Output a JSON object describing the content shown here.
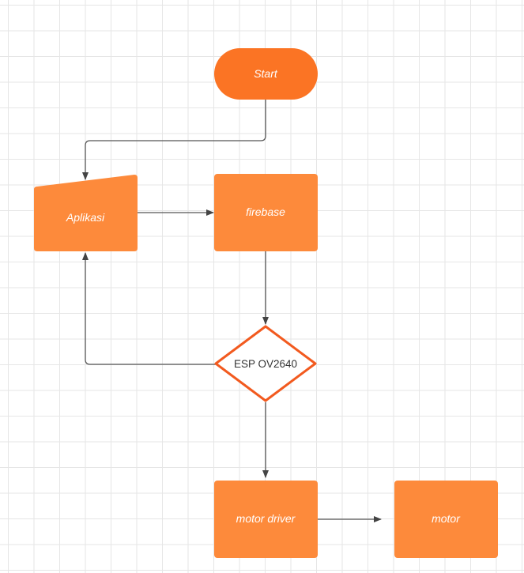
{
  "colors": {
    "orange_fill": "#fd8a3b",
    "terminator_fill": "#fb7424",
    "decision_stroke": "#f25a1f",
    "edge": "#555555"
  },
  "nodes": {
    "start": "Start",
    "aplikasi": "Aplikasi",
    "firebase": "firebase",
    "esp": "ESP OV2640",
    "motor_driver": "motor driver",
    "motor": "motor"
  }
}
